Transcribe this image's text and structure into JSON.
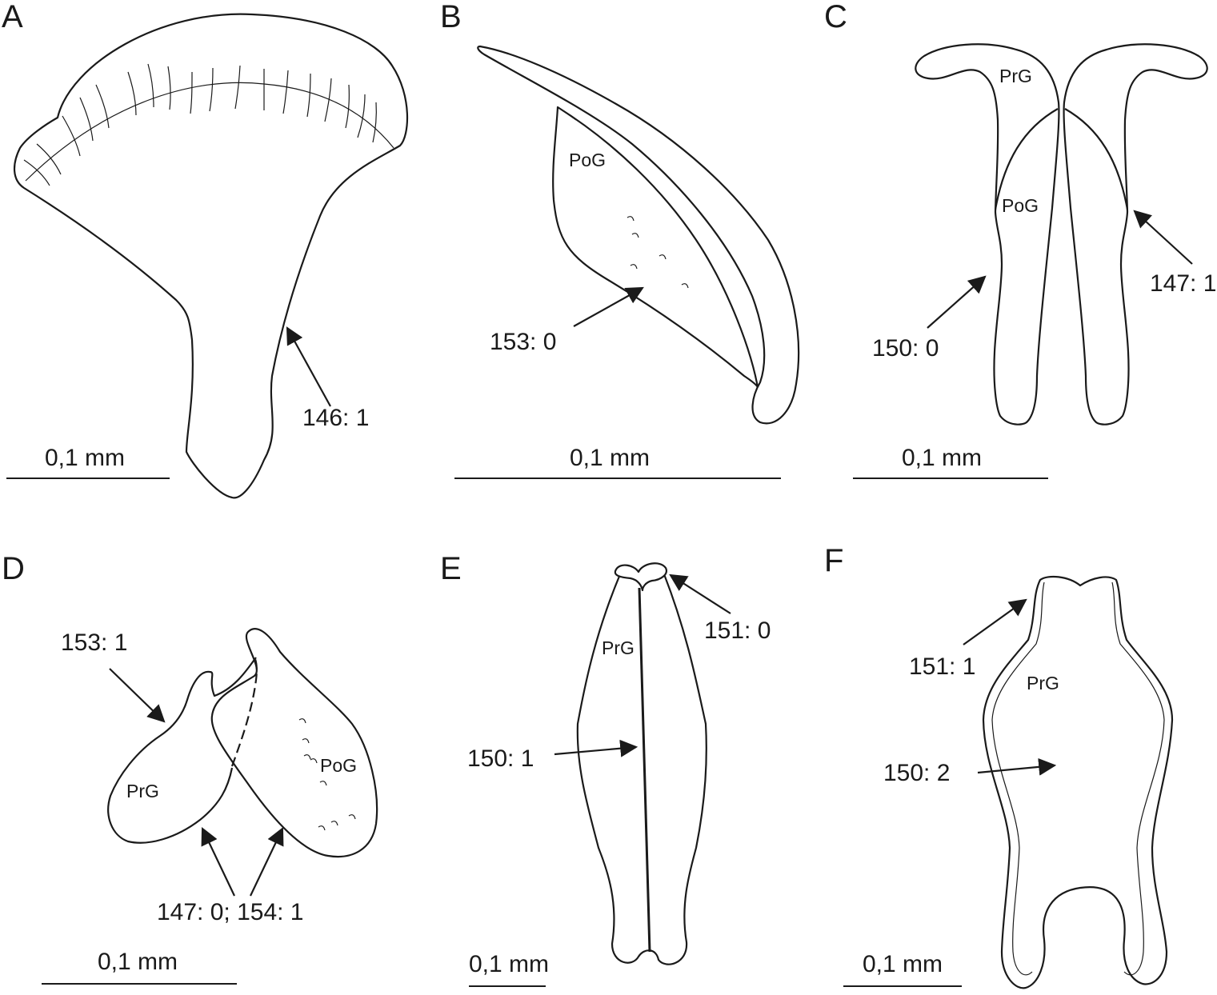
{
  "panels": {
    "A": {
      "letter": "A",
      "scale": "0,1 mm",
      "annotation": "146: 1"
    },
    "B": {
      "letter": "B",
      "scale": "0,1 mm",
      "annotation": "153: 0",
      "region": "PoG"
    },
    "C": {
      "letter": "C",
      "scale": "0,1 mm",
      "annotation_left": "150: 0",
      "annotation_right": "147: 1",
      "region_top": "PrG",
      "region_mid": "PoG"
    },
    "D": {
      "letter": "D",
      "scale": "0,1 mm",
      "annotation_top": "153: 1",
      "annotation_bottom": "147: 0; 154: 1",
      "region_left": "PrG",
      "region_right": "PoG"
    },
    "E": {
      "letter": "E",
      "scale": "0,1 mm",
      "annotation_top": "151: 0",
      "annotation_mid": "150: 1",
      "region": "PrG"
    },
    "F": {
      "letter": "F",
      "scale": "0,1 mm",
      "annotation_top": "151: 1",
      "annotation_mid": "150: 2",
      "region": "PrG"
    }
  }
}
